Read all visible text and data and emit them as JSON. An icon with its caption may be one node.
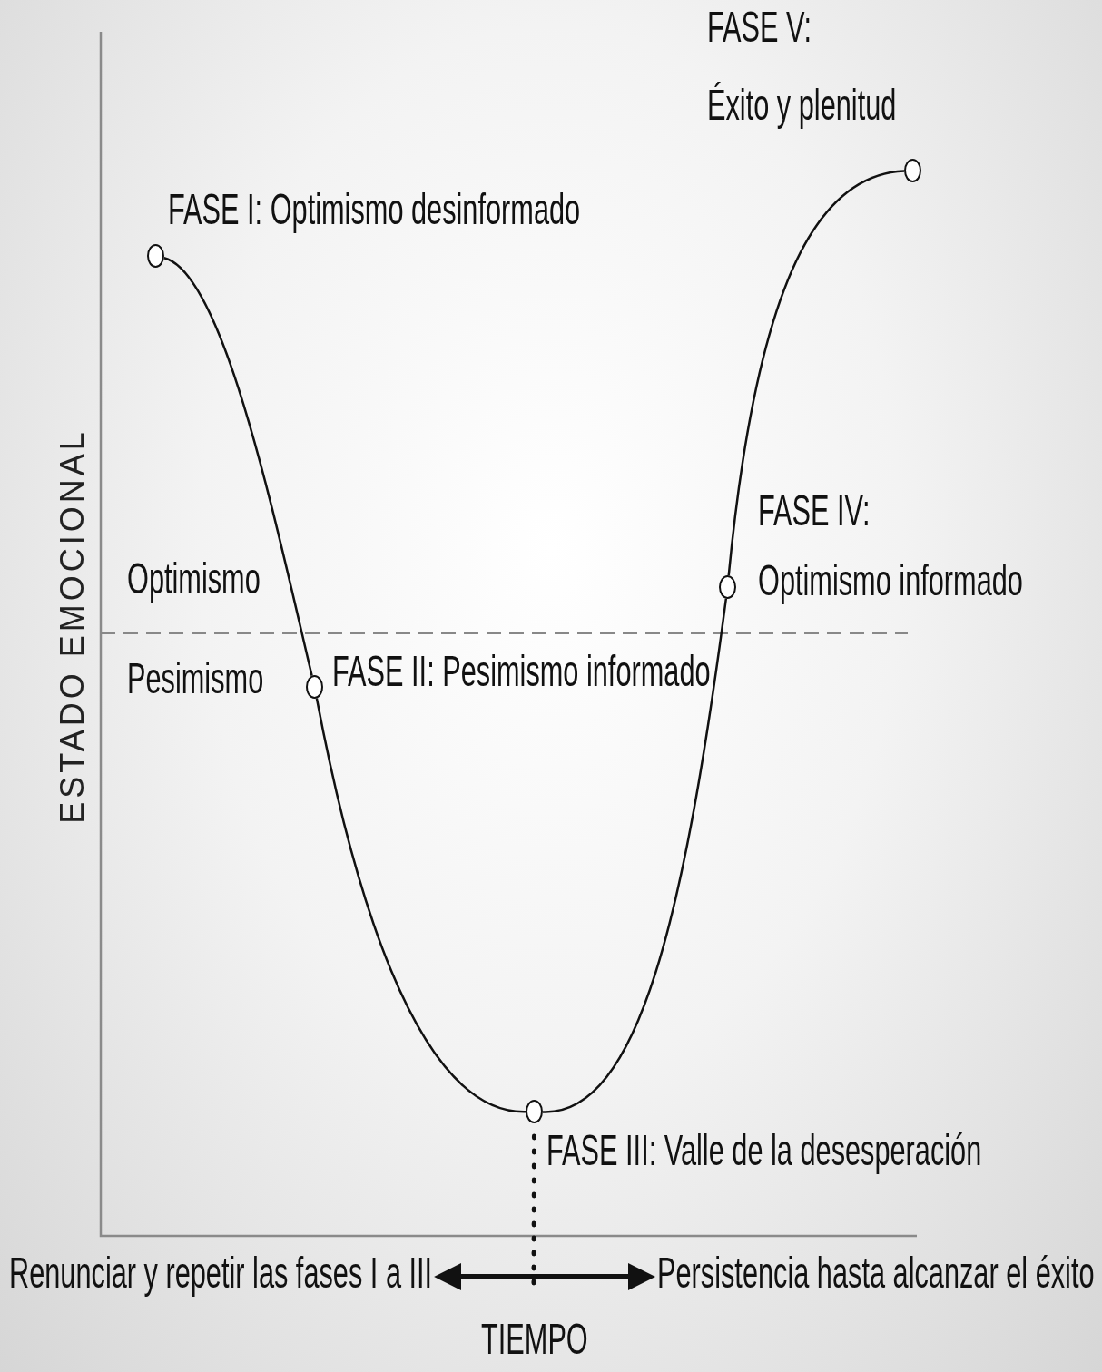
{
  "diagram": {
    "nodes": [
      {
        "text": [
          "FASE I: Optimismo desinformado"
        ]
      },
      {
        "text": [
          "FASE II: Pesimismo informado"
        ]
      },
      {
        "text": [
          "FASE III: Valle de la desesperación"
        ]
      },
      {
        "text": [
          "FASE IV:",
          "Optimismo informado"
        ]
      },
      {
        "text": [
          "FASE V:",
          "Éxito y plenitud"
        ]
      },
      {
        "text": [
          "Renunciar y repetir las fases I a III"
        ]
      },
      {
        "text": [
          "Persistencia hasta alcanzar el éxito"
        ]
      }
    ],
    "edges": [
      {
        "from": 0,
        "to": 1,
        "arrow": "none"
      },
      {
        "from": 1,
        "to": 2,
        "arrow": "none"
      },
      {
        "from": 2,
        "to": 3,
        "arrow": "none"
      },
      {
        "from": 3,
        "to": 4,
        "arrow": "none"
      },
      {
        "from": 5,
        "to": 6,
        "arrow": "both",
        "style": "thick"
      },
      {
        "from": 2,
        "to": null,
        "arrow": "none",
        "style": "dashed"
      }
    ],
    "labels": [
      "ESTADO EMOCIONAL",
      "Optimismo",
      "Pesimismo",
      "TIEMPO"
    ]
  }
}
